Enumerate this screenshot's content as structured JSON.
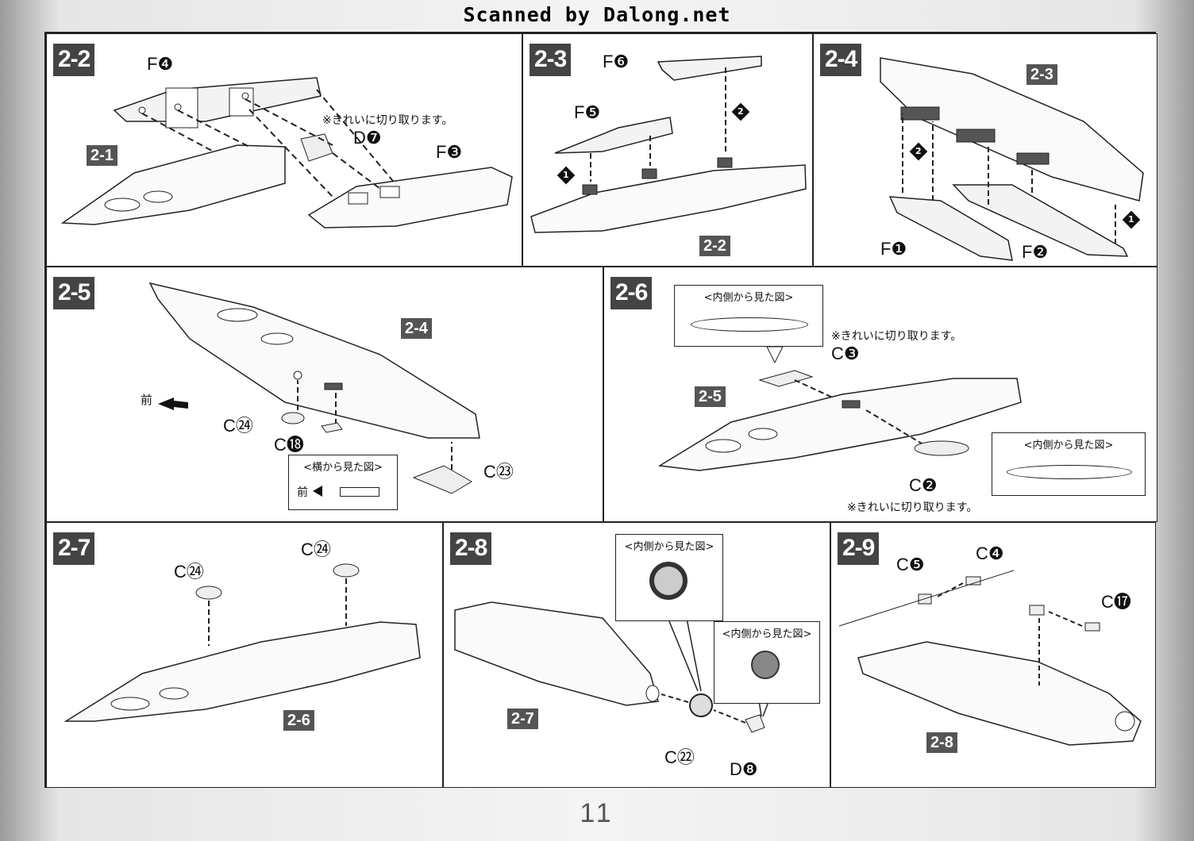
{
  "header": {
    "scan_credit": "Scanned by Dalong.net"
  },
  "page_number": "11",
  "steps": {
    "s2_2": {
      "label": "2-2",
      "parts": {
        "f4": "F❹",
        "d7": "D❼",
        "f3": "F❸"
      },
      "ref": "2-1",
      "note": "※きれいに切り取ります。"
    },
    "s2_3": {
      "label": "2-3",
      "parts": {
        "f6": "F❻",
        "f5": "F❺"
      },
      "ref": "2-2",
      "order": {
        "one": "1",
        "two": "2"
      }
    },
    "s2_4": {
      "label": "2-4",
      "parts": {
        "f1": "F❶",
        "f2": "F❷"
      },
      "ref": "2-3",
      "order": {
        "one": "1",
        "two": "2"
      }
    },
    "s2_5": {
      "label": "2-5",
      "ref": "2-4",
      "parts": {
        "c24": "C㉔",
        "c18": "C⓲",
        "c23": "C㉓"
      },
      "front": "前",
      "callout": {
        "title": "<横から見た図>",
        "front": "前"
      }
    },
    "s2_6": {
      "label": "2-6",
      "ref": "2-5",
      "parts": {
        "c3": "C❸",
        "c2": "C❷"
      },
      "callout_top": {
        "title": "<内側から見た図>"
      },
      "callout_right": {
        "title": "<内側から見た図>"
      },
      "note_top": "※きれいに切り取ります。",
      "note_bottom": "※きれいに切り取ります。"
    },
    "s2_7": {
      "label": "2-7",
      "ref": "2-6",
      "parts": {
        "c24a": "C㉔",
        "c24b": "C㉔"
      }
    },
    "s2_8": {
      "label": "2-8",
      "ref": "2-7",
      "parts": {
        "c22": "C㉒",
        "d8": "D❽"
      },
      "callout_top": {
        "title": "<内側から見た図>"
      },
      "callout_right": {
        "title": "<内側から見た図>"
      }
    },
    "s2_9": {
      "label": "2-9",
      "ref": "2-8",
      "parts": {
        "c5": "C❺",
        "c4": "C❹",
        "c17": "C⓱"
      }
    }
  }
}
